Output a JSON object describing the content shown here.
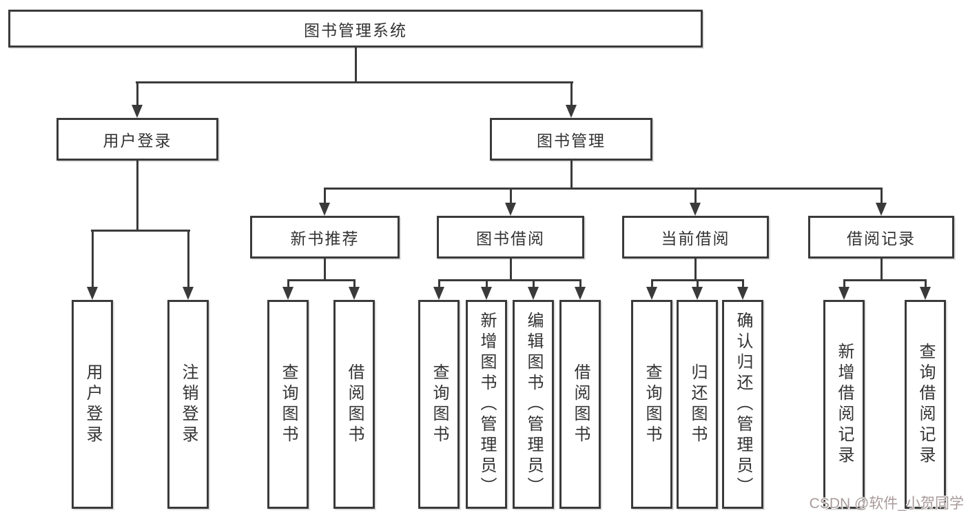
{
  "diagram": {
    "root": {
      "label": "图书管理系统"
    },
    "user": {
      "label": "用户登录",
      "children": [
        {
          "label": "用户登录"
        },
        {
          "label": "注销登录"
        }
      ]
    },
    "management": {
      "label": "图书管理",
      "groups": [
        {
          "label": "新书推荐",
          "children": [
            {
              "label": "查询图书"
            },
            {
              "label": "借阅图书"
            }
          ]
        },
        {
          "label": "图书借阅",
          "children": [
            {
              "label": "查询图书"
            },
            {
              "label": "新增图书（管理员）"
            },
            {
              "label": "编辑图书（管理员）"
            },
            {
              "label": "借阅图书"
            }
          ]
        },
        {
          "label": "当前借阅",
          "children": [
            {
              "label": "查询图书"
            },
            {
              "label": "归还图书"
            },
            {
              "label": "确认归还（管理员）"
            }
          ]
        },
        {
          "label": "借阅记录",
          "children": [
            {
              "label": "新增借阅记录"
            },
            {
              "label": "查询借阅记录"
            }
          ]
        }
      ]
    }
  },
  "watermark": {
    "text": "CSDN @软件_小贺同学"
  },
  "colors": {
    "line": "#3a3a3a",
    "text": "#333333",
    "box_background": "#ffffff",
    "page_background": "#ffffff",
    "watermark": "#a89a9a"
  }
}
